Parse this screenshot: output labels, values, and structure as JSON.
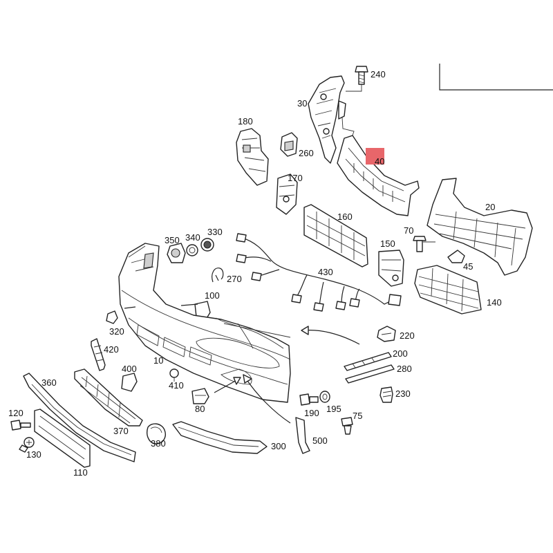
{
  "highlight_color": "#e8666a",
  "labels": {
    "l240": "240",
    "l30": "30",
    "l180": "180",
    "l260": "260",
    "l40": "40",
    "l170": "170",
    "l160": "160",
    "l20": "20",
    "l350": "350",
    "l340": "340",
    "l330": "330",
    "l70": "70",
    "l150": "150",
    "l270": "270",
    "l430": "430",
    "l45": "45",
    "l100": "100",
    "l140": "140",
    "l320": "320",
    "l220": "220",
    "l420": "420",
    "l200": "200",
    "l10": "10",
    "l280": "280",
    "l400": "400",
    "l360": "360",
    "l410": "410",
    "l230": "230",
    "l80": "80",
    "l195": "195",
    "l190": "190",
    "l120": "120",
    "l75": "75",
    "l370": "370",
    "l500": "500",
    "l130": "130",
    "l380": "380",
    "l300": "300",
    "l110": "110"
  }
}
